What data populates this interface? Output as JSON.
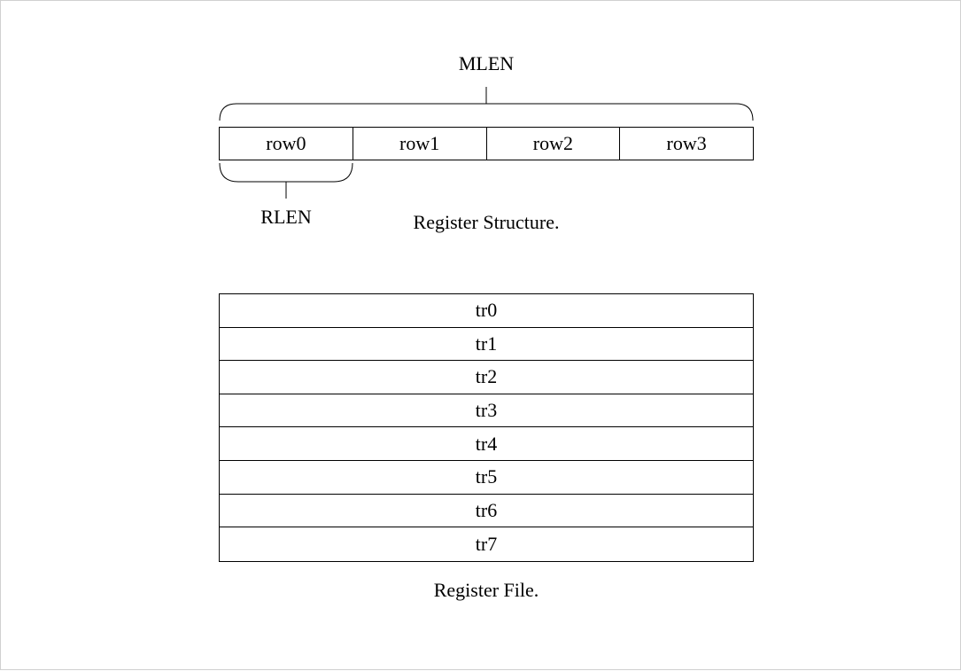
{
  "register_structure": {
    "mlen_label": "MLEN",
    "rlen_label": "RLEN",
    "rows": [
      "row0",
      "row1",
      "row2",
      "row3"
    ],
    "caption": "Register Structure."
  },
  "register_file": {
    "registers": [
      "tr0",
      "tr1",
      "tr2",
      "tr3",
      "tr4",
      "tr5",
      "tr6",
      "tr7"
    ],
    "caption": "Register File."
  }
}
